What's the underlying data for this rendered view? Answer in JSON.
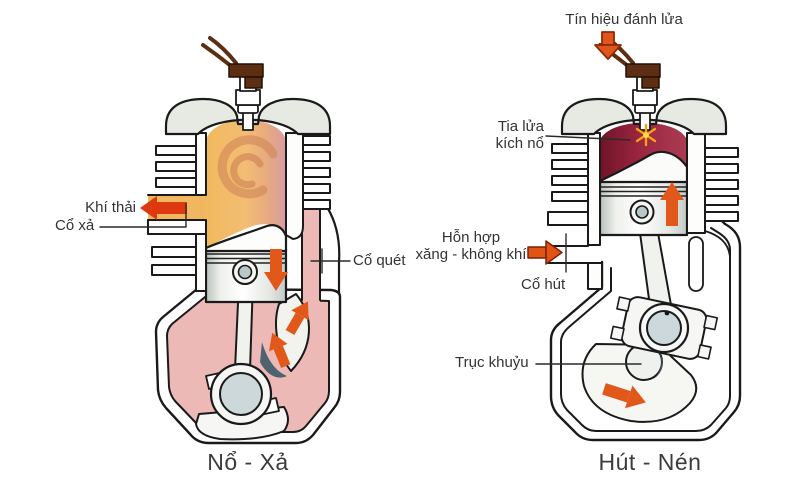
{
  "left_engine": {
    "caption": "Nổ - Xả",
    "labels": {
      "exhaust_gas": "Khí thải",
      "exhaust_port": "Cổ xả",
      "scavenge_port": "Cổ quét"
    }
  },
  "right_engine": {
    "caption": "Hút - Nén",
    "labels": {
      "ignition_signal": "Tín hiệu đánh lửa",
      "spark_line1": "Tia lửa",
      "spark_line2": "kích nổ",
      "mixture_line1": "Hỗn hợp",
      "mixture_line2": "xăng - không khí",
      "intake_port": "Cổ hút",
      "crankshaft": "Trục khuỷu"
    }
  },
  "colors": {
    "arrow_orange": "#e2571a",
    "exhaust_arrow_red": "#de3810",
    "combustion_gas_orange": "#f2bc6a",
    "compressed_mixture_red": "#9c2540",
    "crankcase_pink": "#ecb9b7",
    "engine_metal_gray": "#e7eae3",
    "outline_black": "#1a1a1a",
    "spark_plug_wire_brown": "#5c2e12",
    "spark_yellow": "#ffd84e",
    "label_text": "#333333"
  }
}
